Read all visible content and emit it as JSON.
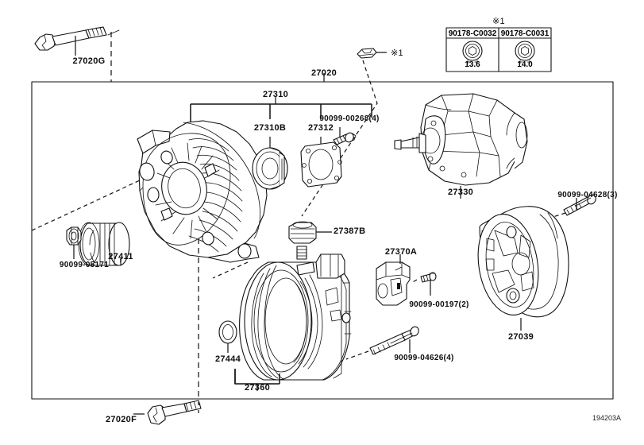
{
  "diagram": {
    "title_label": "27020",
    "drawing_code": "194203A",
    "star_mark": "※1",
    "star_mark_top": "※1"
  },
  "spec_table": {
    "columns": [
      {
        "part_no": "90178-C0032",
        "value": "13.6",
        "icon": "hex-bolt-icon"
      },
      {
        "part_no": "90178-C0031",
        "value": "14.0",
        "icon": "hex-bolt-icon"
      }
    ]
  },
  "parts": [
    {
      "id": "p-27020g",
      "label": "27020G",
      "name": "bolt-27020g"
    },
    {
      "id": "p-27020",
      "label": "27020",
      "name": "assembly-27020"
    },
    {
      "id": "p-27310",
      "label": "27310",
      "name": "group-27310"
    },
    {
      "id": "p-27310b",
      "label": "27310B",
      "name": "bearing-27310b"
    },
    {
      "id": "p-27312",
      "label": "27312",
      "name": "retainer-27312"
    },
    {
      "id": "p-90099-00268",
      "label": "90099-00268(4)",
      "name": "screw-90099-00268"
    },
    {
      "id": "p-27330",
      "label": "27330",
      "name": "rotor-27330"
    },
    {
      "id": "p-90099-04628",
      "label": "90099-04628(3)",
      "name": "bolt-90099-04628"
    },
    {
      "id": "p-27039",
      "label": "27039",
      "name": "rear-cover-27039"
    },
    {
      "id": "p-27411",
      "label": "27411",
      "name": "pulley-27411"
    },
    {
      "id": "p-90099-05171",
      "label": "90099-05171",
      "name": "nut-90099-05171"
    },
    {
      "id": "p-27387b",
      "label": "27387B",
      "name": "insulator-27387b"
    },
    {
      "id": "p-27370a",
      "label": "27370A",
      "name": "regulator-27370a"
    },
    {
      "id": "p-90099-00197",
      "label": "90099-00197(2)",
      "name": "screw-90099-00197"
    },
    {
      "id": "p-27444",
      "label": "27444",
      "name": "oring-27444"
    },
    {
      "id": "p-27360",
      "label": "27360",
      "name": "stator-27360"
    },
    {
      "id": "p-90099-04626",
      "label": "90099-04626(4)",
      "name": "bolt-90099-04626"
    },
    {
      "id": "p-27020f",
      "label": "27020F",
      "name": "bolt-27020f"
    }
  ]
}
